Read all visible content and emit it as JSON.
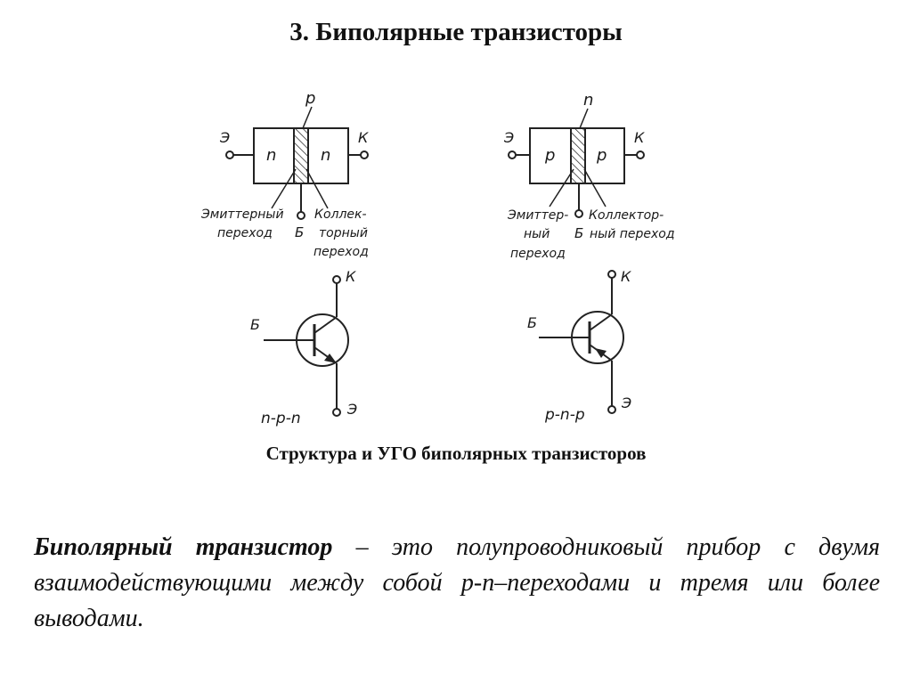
{
  "title": "3. Биполярные транзисторы",
  "diagram": {
    "npn": {
      "middle_region": "p",
      "left_region": "n",
      "right_region": "n",
      "emitter_terminal": "Э",
      "collector_terminal": "К",
      "emitter_junction_line1": "Эмиттерный",
      "emitter_junction_line2": "переход",
      "base_terminal": "Б",
      "collector_junction_line1": "Коллек-",
      "collector_junction_line2": "торный",
      "collector_junction_line3": "переход",
      "symbol_base": "Б",
      "symbol_collector": "К",
      "symbol_emitter": "Э",
      "type_label": "n-p-n"
    },
    "pnp": {
      "middle_region": "n",
      "left_region": "p",
      "right_region": "p",
      "emitter_terminal": "Э",
      "collector_terminal": "К",
      "emitter_junction_line1": "Эмиттер-",
      "emitter_junction_line2": "ный",
      "emitter_junction_line3": "переход",
      "base_terminal": "Б",
      "collector_junction_line1": "Коллектор-",
      "collector_junction_line2": "ный переход",
      "symbol_base": "Б",
      "symbol_collector": "К",
      "symbol_emitter": "Э",
      "type_label": "p-n-p"
    }
  },
  "caption": "Структура и УГО биполярных транзисторов",
  "definition": {
    "term": "Биполярный транзистор",
    "body": " – это полупроводниковый прибор с двумя взаимодействующими между собой p-n–переходами и тремя или более выводами."
  }
}
